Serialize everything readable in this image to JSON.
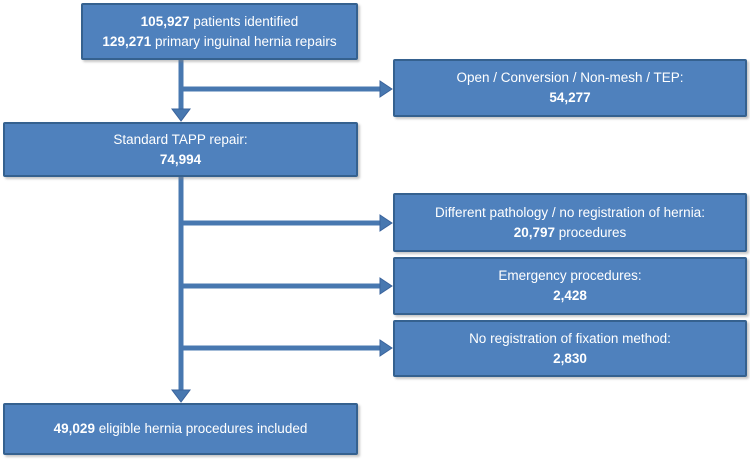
{
  "diagram": {
    "type": "flowchart",
    "colors": {
      "box_fill": "#4f81bd",
      "box_border": "#35618f",
      "arrow": "#4878b0",
      "text": "#ffffff"
    },
    "nodes": [
      {
        "id": "identified",
        "lines": [
          {
            "pre": "",
            "bold": "105,927",
            "post": " patients identified"
          },
          {
            "pre": "",
            "bold": "129,271",
            "post": " primary inguinal hernia repairs"
          }
        ]
      },
      {
        "id": "excluded-open",
        "lines": [
          {
            "pre": "Open / Conversion / Non-mesh / TEP:",
            "bold": "",
            "post": ""
          },
          {
            "pre": "",
            "bold": "54,277",
            "post": ""
          }
        ]
      },
      {
        "id": "tapp",
        "lines": [
          {
            "pre": "Standard TAPP repair:",
            "bold": "",
            "post": ""
          },
          {
            "pre": "",
            "bold": "74,994",
            "post": ""
          }
        ]
      },
      {
        "id": "excluded-pathology",
        "lines": [
          {
            "pre": "Different pathology / no registration of hernia:",
            "bold": "",
            "post": ""
          },
          {
            "pre": "",
            "bold": "20,797",
            "post": " procedures"
          }
        ]
      },
      {
        "id": "excluded-emergency",
        "lines": [
          {
            "pre": "Emergency procedures:",
            "bold": "",
            "post": ""
          },
          {
            "pre": "",
            "bold": "2,428",
            "post": ""
          }
        ]
      },
      {
        "id": "excluded-fixation",
        "lines": [
          {
            "pre": "No registration of fixation method:",
            "bold": "",
            "post": ""
          },
          {
            "pre": "",
            "bold": "2,830",
            "post": ""
          }
        ]
      },
      {
        "id": "included",
        "lines": [
          {
            "pre": "",
            "bold": "49,029",
            "post": " eligible hernia procedures included"
          }
        ]
      }
    ],
    "edges": [
      {
        "from": "identified",
        "to": "tapp"
      },
      {
        "from": "identified",
        "to": "excluded-open"
      },
      {
        "from": "tapp",
        "to": "excluded-pathology"
      },
      {
        "from": "tapp",
        "to": "excluded-emergency"
      },
      {
        "from": "tapp",
        "to": "excluded-fixation"
      },
      {
        "from": "tapp",
        "to": "included"
      }
    ]
  }
}
